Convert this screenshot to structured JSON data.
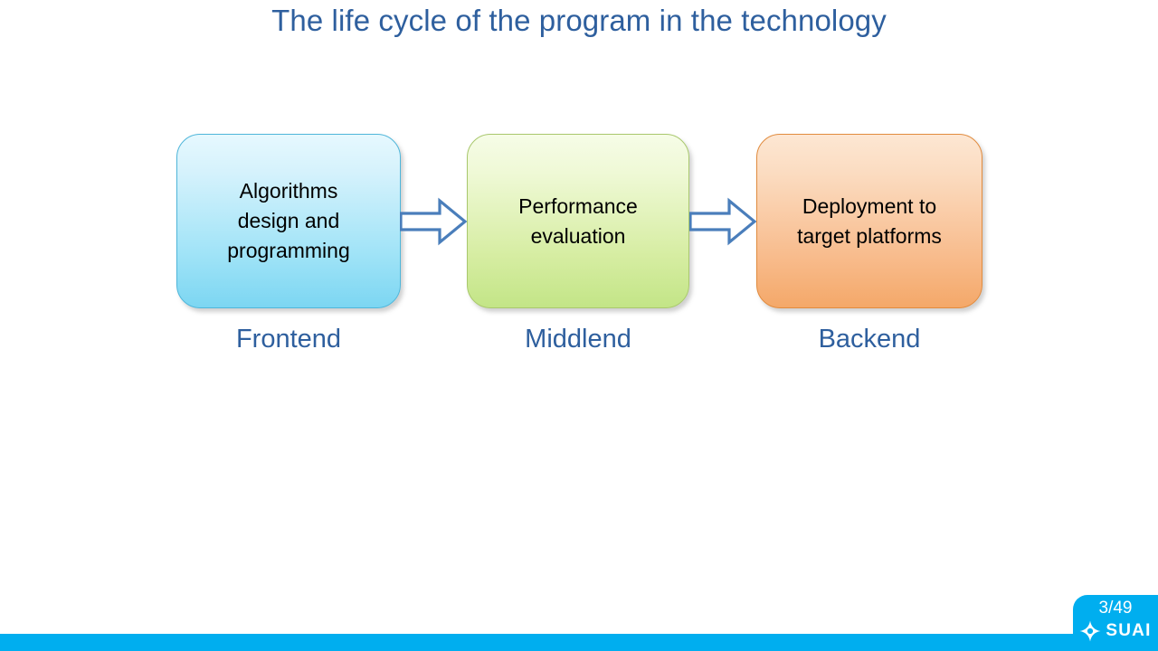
{
  "slide": {
    "title": "The life cycle of the program in the technology",
    "title_color": "#2E5F9E",
    "background_color": "#FFFFFF"
  },
  "diagram": {
    "type": "process-flow",
    "stages": [
      {
        "id": "frontend",
        "box_text": "Algorithms\ndesign and\nprogramming",
        "caption": "Frontend",
        "fill_top_color": "#E6F8FE",
        "fill_bottom_color": "#7CD6F2",
        "border_color": "#4FB6DA"
      },
      {
        "id": "middlend",
        "box_text": "Performance\nevaluation",
        "caption": "Middlend",
        "fill_top_color": "#F6FCE7",
        "fill_bottom_color": "#C3E587",
        "border_color": "#A9C86D"
      },
      {
        "id": "backend",
        "box_text": "Deployment to\ntarget platforms",
        "caption": "Backend",
        "fill_top_color": "#FDE7D3",
        "fill_bottom_color": "#F4A869",
        "border_color": "#E18B3E"
      }
    ],
    "connectors": [
      {
        "id": "arrow-frontend-to-middlend",
        "direction": "right",
        "fill_color": "#FFFFFF",
        "stroke_color": "#4A7EBB"
      },
      {
        "id": "arrow-middlend-to-backend",
        "direction": "right",
        "fill_color": "#FFFFFF",
        "stroke_color": "#4A7EBB"
      }
    ]
  },
  "footer": {
    "page_number": "3/49",
    "brand_name": "SUAI",
    "bar_color": "#00AEEF",
    "text_color": "#FFFFFF"
  }
}
